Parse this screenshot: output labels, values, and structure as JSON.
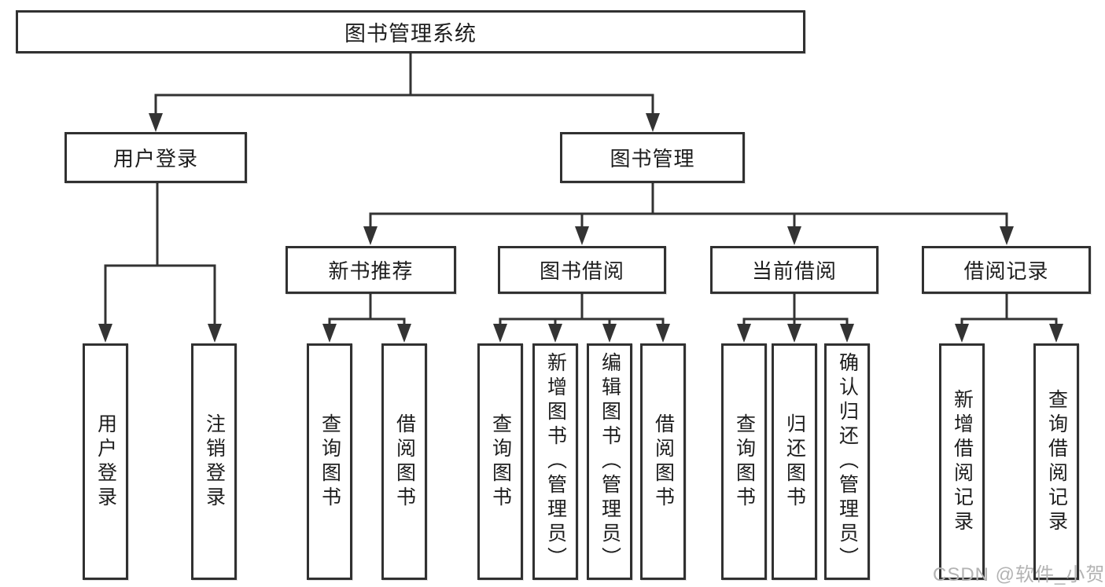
{
  "diagram": {
    "root": {
      "label": "图书管理系统"
    },
    "branches": [
      {
        "label": "用户登录",
        "children": [
          {
            "label": "用户登录"
          },
          {
            "label": "注销登录"
          }
        ]
      },
      {
        "label": "图书管理",
        "children": [
          {
            "label": "新书推荐",
            "children": [
              {
                "label": "查询图书"
              },
              {
                "label": "借阅图书"
              }
            ]
          },
          {
            "label": "图书借阅",
            "children": [
              {
                "label": "查询图书"
              },
              {
                "label": "新增图书（管理员）"
              },
              {
                "label": "编辑图书（管理员）"
              },
              {
                "label": "借阅图书"
              }
            ]
          },
          {
            "label": "当前借阅",
            "children": [
              {
                "label": "查询图书"
              },
              {
                "label": "归还图书"
              },
              {
                "label": "确认归还（管理员）"
              }
            ]
          },
          {
            "label": "借阅记录",
            "children": [
              {
                "label": "新增借阅记录"
              },
              {
                "label": "查询借阅记录"
              }
            ]
          }
        ]
      }
    ],
    "watermark": "CSDN @软件_小贺同学",
    "colors": {
      "line": "#333333",
      "box_border": "#313131",
      "text": "#1d1d1d",
      "watermark": "#b3b3b3",
      "background": "#ffffff"
    }
  }
}
